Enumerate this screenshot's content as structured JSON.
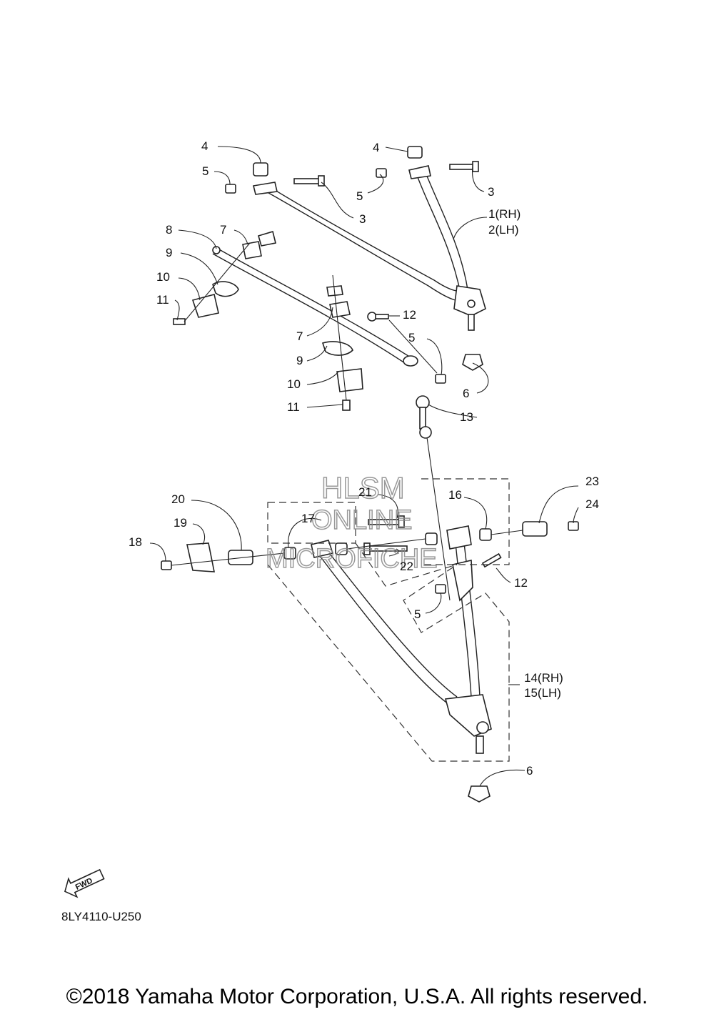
{
  "diagram_code": "8LY4110-U250",
  "copyright": "©2018 Yamaha Motor Corporation, U.S.A. All rights reserved.",
  "fwd_badge": "FWD",
  "watermark": {
    "line1": "HLSM",
    "line2": "ONLINE",
    "line3": "MICROFICHE"
  },
  "callouts": {
    "c1": "1(RH)",
    "c2": "2(LH)",
    "c3a": "3",
    "c3b": "3",
    "c4a": "4",
    "c4b": "4",
    "c5a": "5",
    "c5b": "5",
    "c5c": "5",
    "c5d": "5",
    "c6a": "6",
    "c6b": "6",
    "c7a": "7",
    "c7b": "7",
    "c8": "8",
    "c9a": "9",
    "c9b": "9",
    "c10a": "10",
    "c10b": "10",
    "c11a": "11",
    "c11b": "11",
    "c12a": "12",
    "c12b": "12",
    "c13": "13",
    "c14": "14(RH)",
    "c15": "15(LH)",
    "c16": "16",
    "c17": "17",
    "c18": "18",
    "c19": "19",
    "c20": "20",
    "c21": "21",
    "c22": "22",
    "c23": "23",
    "c24": "24"
  }
}
